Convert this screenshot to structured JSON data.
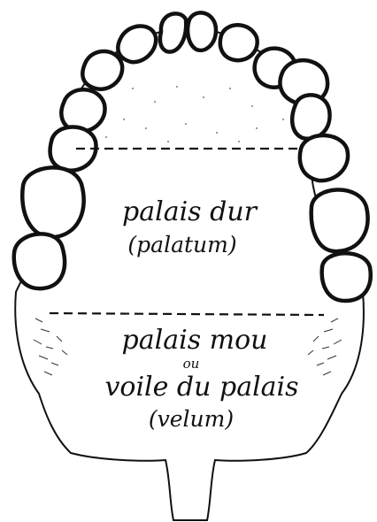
{
  "diagram": {
    "hard_palate": {
      "name": "palais dur",
      "latin": "(palatum)"
    },
    "soft_palate": {
      "name": "palais mou",
      "connector": "ou",
      "alt_name": "voile du palais",
      "latin": "(velum)"
    },
    "colors": {
      "ink": "#111111",
      "background": "#ffffff"
    }
  }
}
